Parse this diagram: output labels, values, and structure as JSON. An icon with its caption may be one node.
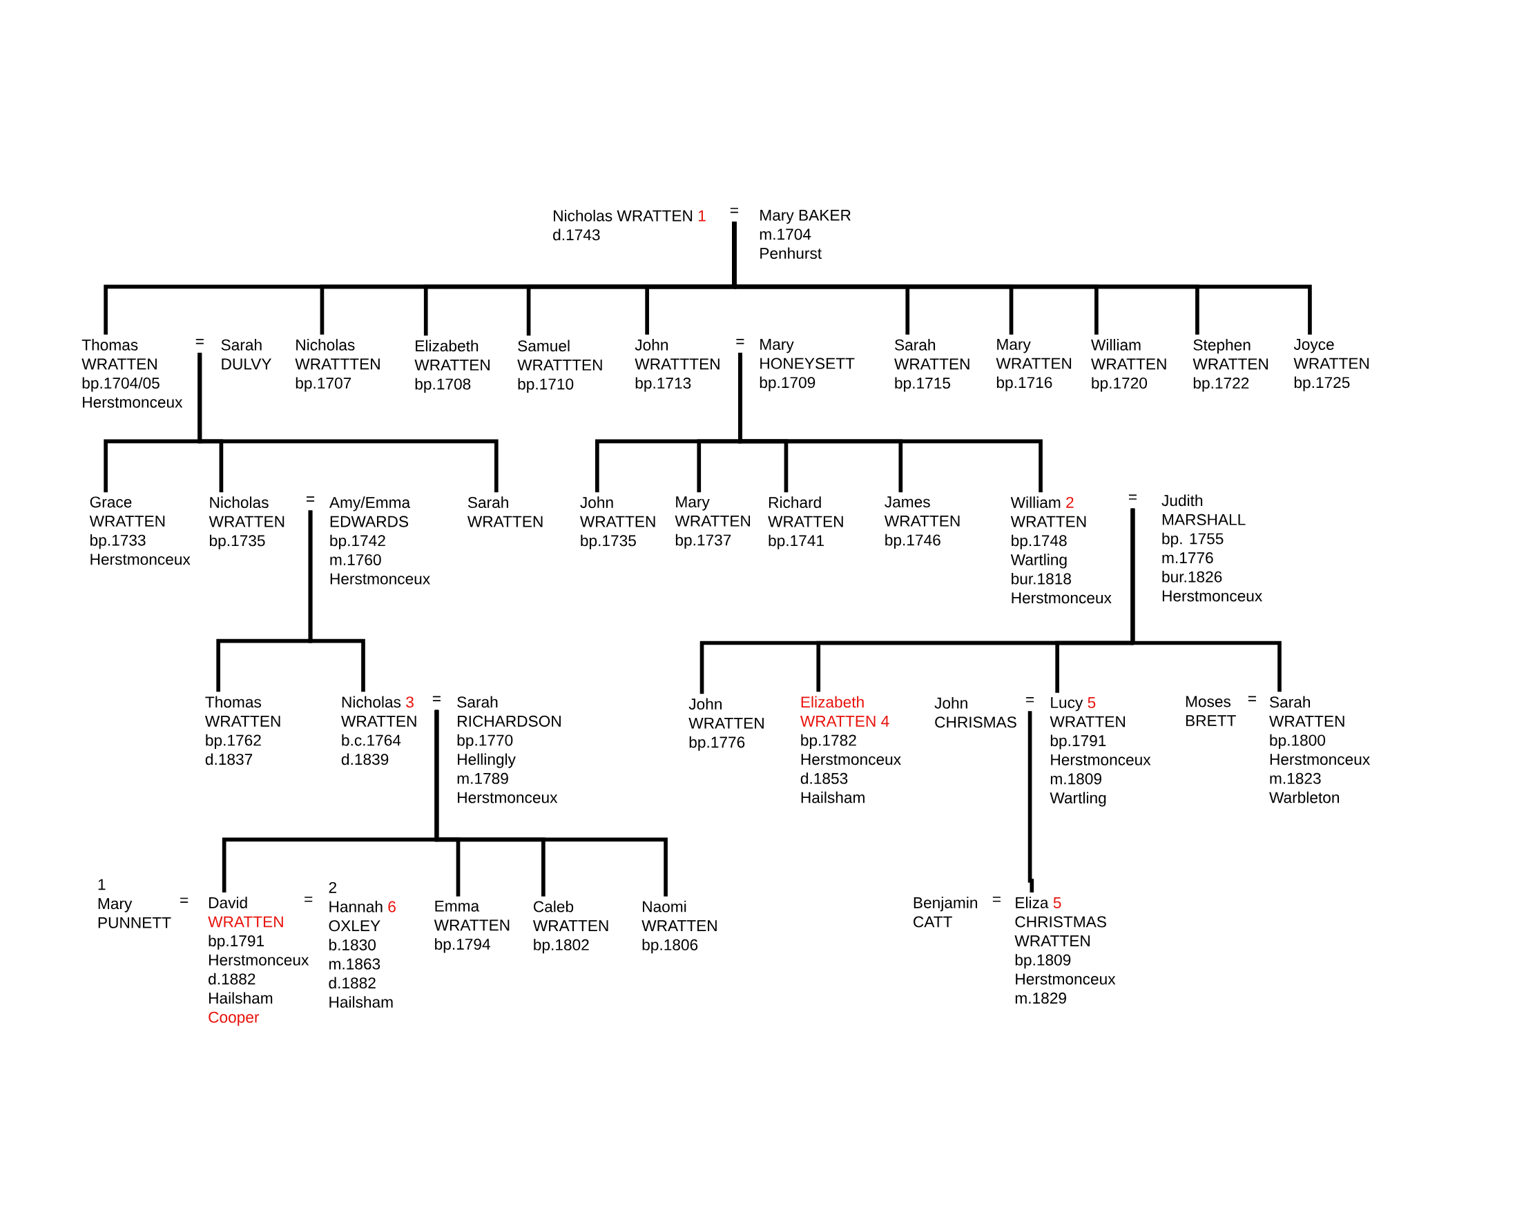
{
  "diagram": {
    "nodes": [
      {
        "text": [
          "Nicholas WRATTEN",
          "1",
          "d.1743"
        ]
      },
      {
        "text": [
          "="
        ]
      },
      {
        "text": [
          "Mary BAKER",
          "m.1704",
          "Penhurst"
        ]
      },
      {
        "text": [
          "Thomas",
          "WRATTEN",
          "bp.1704/05",
          "Herstmonceux"
        ]
      },
      {
        "text": [
          "="
        ]
      },
      {
        "text": [
          "Sarah",
          "DULVY"
        ]
      },
      {
        "text": [
          "Nicholas",
          "WRATTTEN",
          "bp.1707"
        ]
      },
      {
        "text": [
          "Elizabeth",
          "WRATTEN",
          "bp.1708"
        ]
      },
      {
        "text": [
          "Samuel",
          "WRATTTEN",
          "bp.1710"
        ]
      },
      {
        "text": [
          "John",
          "WRATTTEN",
          "bp.1713"
        ]
      },
      {
        "text": [
          "="
        ]
      },
      {
        "text": [
          "Mary",
          "HONEYSETT",
          "bp.1709"
        ]
      },
      {
        "text": [
          "Sarah",
          "WRATTEN",
          "bp.1715"
        ]
      },
      {
        "text": [
          "Mary",
          "WRATTEN",
          "bp.1716"
        ]
      },
      {
        "text": [
          "William",
          "WRATTEN",
          "bp.1720"
        ]
      },
      {
        "text": [
          "Stephen",
          "WRATTEN",
          "bp.1722"
        ]
      },
      {
        "text": [
          "Joyce",
          "WRATTEN",
          "bp.1725"
        ]
      },
      {
        "text": [
          "Grace",
          "WRATTEN",
          "bp.1733",
          "Herstmonceux"
        ]
      },
      {
        "text": [
          "Nicholas",
          "WRATTEN",
          "bp.1735"
        ]
      },
      {
        "text": [
          "="
        ]
      },
      {
        "text": [
          "Amy/Emma",
          "EDWARDS",
          "bp.1742",
          "m.1760",
          "Herstmonceux"
        ]
      },
      {
        "text": [
          "Sarah",
          "WRATTEN"
        ]
      },
      {
        "text": [
          "John",
          "WRATTEN",
          "bp.1735"
        ]
      },
      {
        "text": [
          "Mary",
          "WRATTEN",
          "bp.1737"
        ]
      },
      {
        "text": [
          "Richard",
          "WRATTEN",
          "bp.1741"
        ]
      },
      {
        "text": [
          "James",
          "WRATTEN",
          "bp.1746"
        ]
      },
      {
        "text": [
          "William",
          "2",
          "WRATTEN",
          "bp.1748",
          "Wartling",
          "bur.1818",
          "Herstmonceux"
        ]
      },
      {
        "text": [
          "="
        ]
      },
      {
        "text": [
          "Judith",
          "MARSHALL",
          "bp. 1755",
          "m.1776",
          "bur.1826",
          "Herstmonceux"
        ]
      },
      {
        "text": [
          "Thomas",
          "WRATTEN",
          "bp.1762",
          "d.1837"
        ]
      },
      {
        "text": [
          "Nicholas",
          "3",
          "WRATTEN",
          "b.c.1764",
          "d.1839"
        ]
      },
      {
        "text": [
          "="
        ]
      },
      {
        "text": [
          "Sarah",
          "RICHARDSON",
          "bp.1770",
          "Hellingly",
          "m.1789",
          "Herstmonceux"
        ]
      },
      {
        "text": [
          "John",
          "WRATTEN",
          "bp.1776"
        ]
      },
      {
        "text": [
          "Elizabeth",
          "WRATTEN 4",
          "bp.1782",
          "Herstmonceux",
          "d.1853",
          "Hailsham"
        ]
      },
      {
        "text": [
          "John",
          "CHRISMAS"
        ]
      },
      {
        "text": [
          "="
        ]
      },
      {
        "text": [
          "Lucy",
          "5",
          "WRATTEN",
          "bp.1791",
          "Herstmonceux",
          "m.1809",
          "Wartling"
        ]
      },
      {
        "text": [
          "Moses",
          "BRETT"
        ]
      },
      {
        "text": [
          "="
        ]
      },
      {
        "text": [
          "Sarah",
          "WRATTEN",
          "bp.1800",
          "Herstmonceux",
          "m.1823",
          "Warbleton"
        ]
      },
      {
        "text": [
          "1",
          "Mary",
          "PUNNETT"
        ]
      },
      {
        "text": [
          "="
        ]
      },
      {
        "text": [
          "David",
          "WRATTEN",
          "bp.1791",
          "Herstmonceux",
          "d.1882",
          "Hailsham",
          "Cooper"
        ]
      },
      {
        "text": [
          "="
        ]
      },
      {
        "text": [
          "2",
          "Hannah",
          "6",
          "OXLEY",
          "b.1830",
          "m.1863",
          "d.1882",
          "Hailsham"
        ]
      },
      {
        "text": [
          "Emma",
          "WRATTEN",
          "bp.1794"
        ]
      },
      {
        "text": [
          "Caleb",
          "WRATTEN",
          "bp.1802"
        ]
      },
      {
        "text": [
          "Naomi",
          "WRATTEN",
          "bp.1806"
        ]
      },
      {
        "text": [
          "Benjamin",
          "CATT"
        ]
      },
      {
        "text": [
          "="
        ]
      },
      {
        "text": [
          "Eliza",
          "5",
          "CHRISTMAS",
          "WRATTEN",
          "bp.1809",
          "Herstmonceux",
          "m.1829"
        ]
      }
    ],
    "edges": [
      {
        "from": 1,
        "to": 3,
        "arrow": "none"
      },
      {
        "from": 1,
        "to": 6,
        "arrow": "none"
      },
      {
        "from": 1,
        "to": 7,
        "arrow": "none"
      },
      {
        "from": 1,
        "to": 8,
        "arrow": "none"
      },
      {
        "from": 1,
        "to": 9,
        "arrow": "none"
      },
      {
        "from": 1,
        "to": 12,
        "arrow": "none"
      },
      {
        "from": 1,
        "to": 13,
        "arrow": "none"
      },
      {
        "from": 1,
        "to": 14,
        "arrow": "none"
      },
      {
        "from": 1,
        "to": 15,
        "arrow": "none"
      },
      {
        "from": 1,
        "to": 16,
        "arrow": "none"
      },
      {
        "from": 4,
        "to": 17,
        "arrow": "none"
      },
      {
        "from": 4,
        "to": 18,
        "arrow": "none"
      },
      {
        "from": 4,
        "to": 21,
        "arrow": "none"
      },
      {
        "from": 10,
        "to": 22,
        "arrow": "none"
      },
      {
        "from": 10,
        "to": 23,
        "arrow": "none"
      },
      {
        "from": 10,
        "to": 24,
        "arrow": "none"
      },
      {
        "from": 10,
        "to": 25,
        "arrow": "none"
      },
      {
        "from": 10,
        "to": 26,
        "arrow": "none"
      },
      {
        "from": 19,
        "to": 29,
        "arrow": "none"
      },
      {
        "from": 19,
        "to": 30,
        "arrow": "none"
      },
      {
        "from": 27,
        "to": 33,
        "arrow": "none"
      },
      {
        "from": 27,
        "to": 34,
        "arrow": "none"
      },
      {
        "from": 27,
        "to": 37,
        "arrow": "none"
      },
      {
        "from": 27,
        "to": 40,
        "arrow": "none"
      },
      {
        "from": 31,
        "to": 43,
        "arrow": "none"
      },
      {
        "from": 31,
        "to": 46,
        "arrow": "none"
      },
      {
        "from": 31,
        "to": 47,
        "arrow": "none"
      },
      {
        "from": 31,
        "to": 48,
        "arrow": "none"
      },
      {
        "from": 36,
        "to": 51,
        "arrow": "none"
      }
    ]
  }
}
